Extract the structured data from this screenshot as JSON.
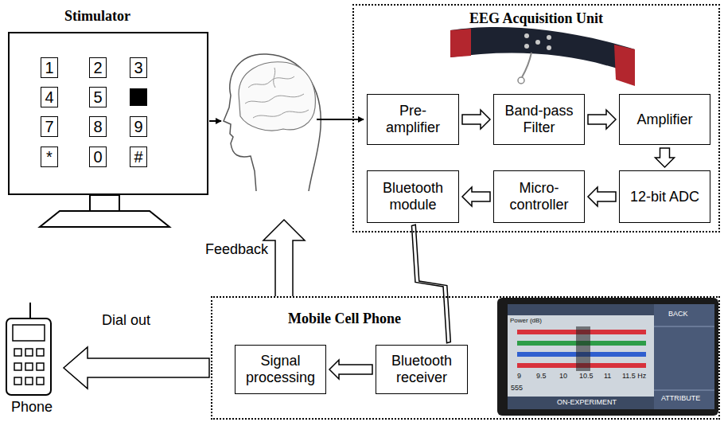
{
  "diagram": {
    "nodes": [
      {
        "text": [
          "Stimulator"
        ]
      },
      {
        "text": [
          "1"
        ],
        "in": 0
      },
      {
        "text": [
          "2"
        ],
        "in": 0
      },
      {
        "text": [
          "3"
        ],
        "in": 0
      },
      {
        "text": [
          "4"
        ],
        "in": 0
      },
      {
        "text": [
          "5"
        ],
        "in": 0
      },
      {
        "text": [
          "7"
        ],
        "in": 0
      },
      {
        "text": [
          "8"
        ],
        "in": 0
      },
      {
        "text": [
          "9"
        ],
        "in": 0
      },
      {
        "text": [
          "*"
        ],
        "in": 0
      },
      {
        "text": [
          "0"
        ],
        "in": 0
      },
      {
        "text": [
          "#"
        ],
        "in": 0
      },
      {
        "text": [
          "EEG Acquisition Unit"
        ]
      },
      {
        "text": [
          "Pre-amplifier"
        ],
        "in": 12
      },
      {
        "text": [
          "Band-pass Filter"
        ],
        "in": 12
      },
      {
        "text": [
          "Amplifier"
        ],
        "in": 12
      },
      {
        "text": [
          "12-bit ADC"
        ],
        "in": 12
      },
      {
        "text": [
          "Micro-controller"
        ],
        "in": 12
      },
      {
        "text": [
          "Bluetooth module"
        ],
        "in": 12
      },
      {
        "text": [
          "Mobile Cell Phone"
        ]
      },
      {
        "text": [
          "Signal processing"
        ],
        "in": 19
      },
      {
        "text": [
          "Bluetooth receiver"
        ],
        "in": 19
      },
      {
        "text": [
          "Phone"
        ]
      }
    ],
    "edges": [
      {
        "from": 13,
        "to": 14,
        "arrow": "to"
      },
      {
        "from": 14,
        "to": 15,
        "arrow": "to"
      },
      {
        "from": 15,
        "to": 16,
        "arrow": "to"
      },
      {
        "from": 16,
        "to": 17,
        "arrow": "to"
      },
      {
        "from": 17,
        "to": 18,
        "arrow": "to"
      },
      {
        "from": 18,
        "to": 21,
        "arrow": "none"
      },
      {
        "from": 21,
        "to": 20,
        "arrow": "to"
      },
      {
        "from": 19,
        "to": 22,
        "label": "Dial out",
        "arrow": "to"
      }
    ],
    "labels": [
      "Feedback",
      "Power (dB)",
      "9",
      "9.5",
      "10",
      "10.5",
      "11",
      "11.5 Hz",
      "555",
      "ON-EXPERIMENT",
      "BACK",
      "ATTRIBUTE"
    ]
  }
}
